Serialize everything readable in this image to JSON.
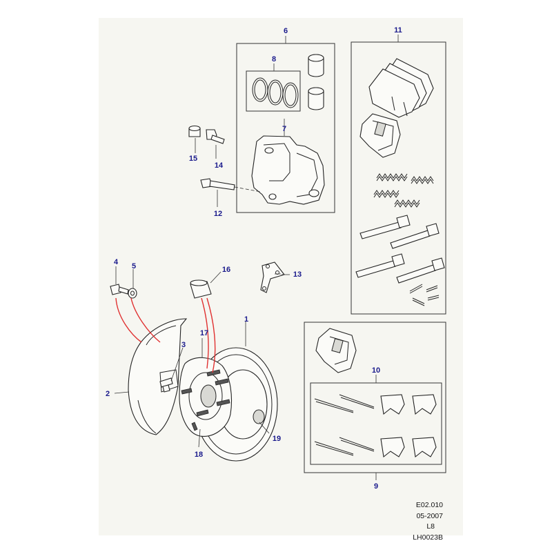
{
  "callouts": {
    "c1": "1",
    "c2": "2",
    "c3": "3",
    "c4": "4",
    "c5": "5",
    "c6": "6",
    "c7": "7",
    "c8": "8",
    "c9": "9",
    "c10": "10",
    "c11": "11",
    "c12": "12",
    "c13": "13",
    "c14": "14",
    "c15": "15",
    "c16": "16",
    "c17": "17",
    "c18": "18",
    "c19": "19"
  },
  "reference": {
    "code": "E02.010",
    "date": "05-2007",
    "level": "L8",
    "drawing_id": "LH0023B"
  },
  "colors": {
    "callout_text": "#1a1a8c",
    "highlight_leader": "#e03030",
    "sheet_background": "#f6f6f1"
  }
}
